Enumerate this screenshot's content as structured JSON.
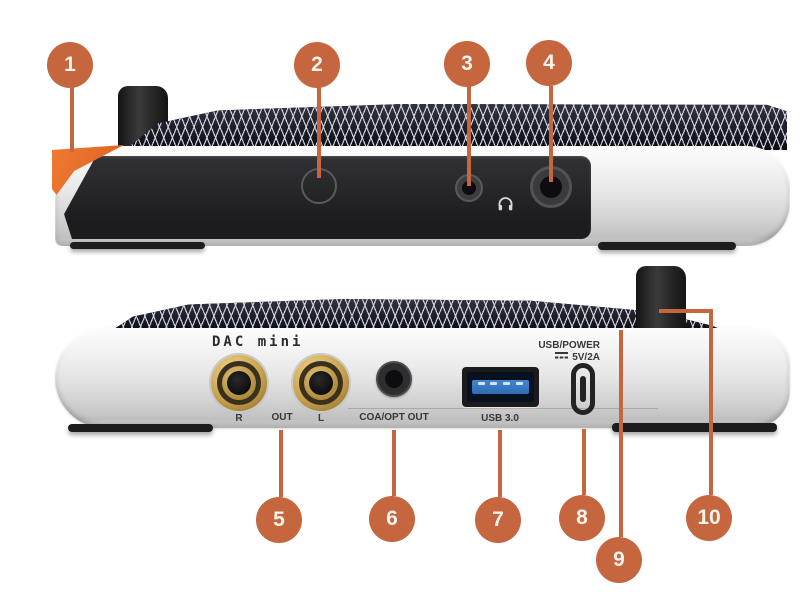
{
  "colors": {
    "accent": "#c5663f",
    "wedge_orange": "#d9601f",
    "usb_blue": "#2e6cb5",
    "rca_gold": "#c8a24e",
    "panel_black": "#232325",
    "body_silver": "#e6e6e6"
  },
  "back_panel": {
    "brand": "DAC mini",
    "rca_right_label": "R",
    "out_label": "OUT",
    "rca_left_label": "L",
    "coax_label": "COA/OPT OUT",
    "usb_label": "USB 3.0",
    "power_label_line1": "USB/POWER",
    "power_label_line2": "5V/2A"
  },
  "icons": {
    "headphone": "headphone-icon",
    "dc": "dc-icon"
  },
  "callouts": [
    {
      "number": "1"
    },
    {
      "number": "2"
    },
    {
      "number": "3"
    },
    {
      "number": "4"
    },
    {
      "number": "5"
    },
    {
      "number": "6"
    },
    {
      "number": "7"
    },
    {
      "number": "8"
    },
    {
      "number": "9"
    },
    {
      "number": "10"
    }
  ]
}
